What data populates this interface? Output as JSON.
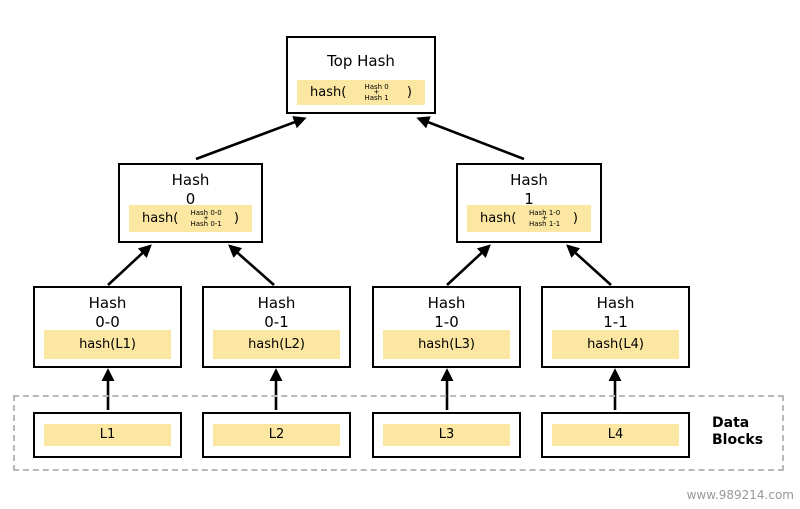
{
  "colors": {
    "background": "#ffffff",
    "node_fill": "#ffffff",
    "node_border": "#000000",
    "highlight_fill": "#fbe7a2",
    "arrow": "#000000",
    "dashed_border": "#b9b9b9",
    "watermark_text": "#999999"
  },
  "nodes": {
    "top": {
      "title": "Top Hash",
      "formula": {
        "prefix": "hash(",
        "arg1": "Hash 0",
        "plus": "+",
        "arg2": "Hash 1",
        "suffix": ")"
      }
    },
    "hash0": {
      "title_line1": "Hash",
      "title_line2": "0",
      "formula": {
        "prefix": "hash(",
        "arg1": "Hash 0-0",
        "plus": "+",
        "arg2": "Hash 0-1",
        "suffix": ")"
      }
    },
    "hash1": {
      "title_line1": "Hash",
      "title_line2": "1",
      "formula": {
        "prefix": "hash(",
        "arg1": "Hash 1-0",
        "plus": "+",
        "arg2": "Hash 1-1",
        "suffix": ")"
      }
    },
    "hash00": {
      "title_line1": "Hash",
      "title_line2": "0-0",
      "formula": "hash(L1)"
    },
    "hash01": {
      "title_line1": "Hash",
      "title_line2": "0-1",
      "formula": "hash(L2)"
    },
    "hash10": {
      "title_line1": "Hash",
      "title_line2": "1-0",
      "formula": "hash(L3)"
    },
    "hash11": {
      "title_line1": "Hash",
      "title_line2": "1-1",
      "formula": "hash(L4)"
    }
  },
  "data_blocks": {
    "label_line1": "Data",
    "label_line2": "Blocks",
    "items": [
      {
        "label": "L1"
      },
      {
        "label": "L2"
      },
      {
        "label": "L3"
      },
      {
        "label": "L4"
      }
    ]
  },
  "watermark": "www.989214.com"
}
